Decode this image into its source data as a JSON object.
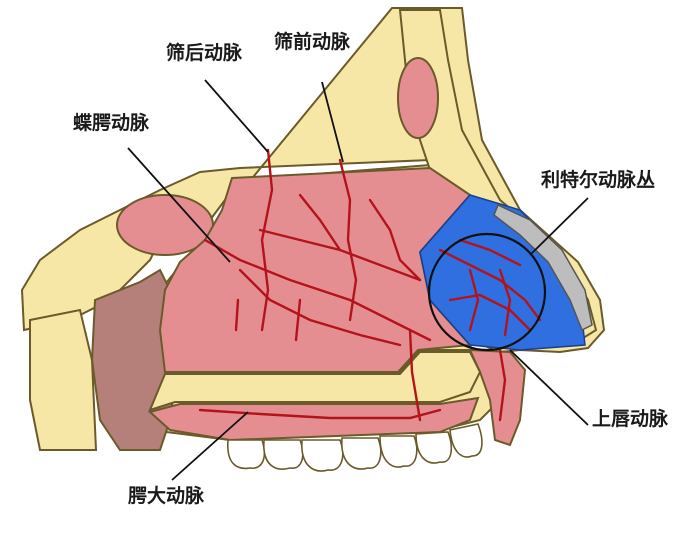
{
  "labels": {
    "posterior_ethmoidal": "筛后动脉",
    "anterior_ethmoidal": "筛前动脉",
    "sphenopalatine": "蝶腭动脉",
    "kiesselbach_plexus": "利特尔动脉丛",
    "superior_labial": "上唇动脉",
    "greater_palatine": "腭大动脉"
  },
  "colors": {
    "bone": "#f6e7a6",
    "bone_outline": "#6b5a2a",
    "mucosa": "#e58e92",
    "mucosa_dark": "#d26c74",
    "artery": "#b3141c",
    "plexus_area": "#2f6fe0",
    "leader_line": "#111111",
    "cartilage": "#bdbdbd"
  }
}
